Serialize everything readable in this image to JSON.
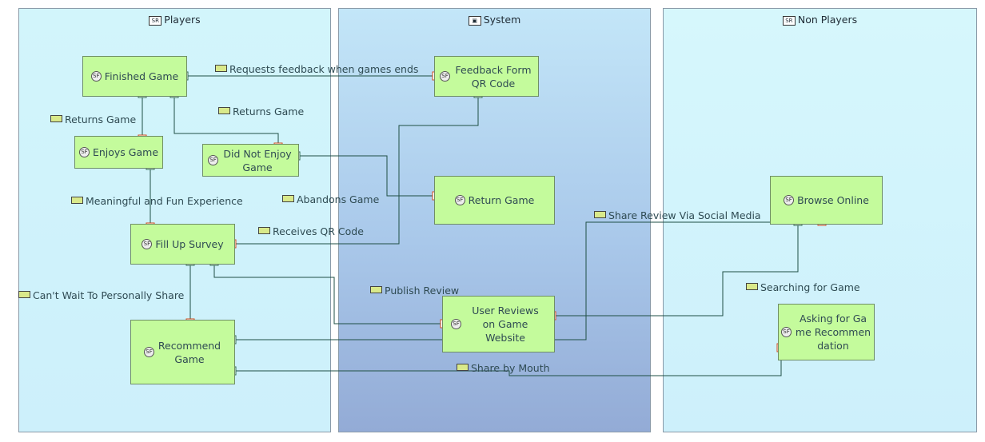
{
  "colors": {
    "goal_fill": "#c4fb9c",
    "wire": "#1f4f44",
    "port_in": "#d24a1b",
    "port_out": "#2f6b4c"
  },
  "lanes": {
    "players": "Players",
    "system": "System",
    "non_players": "Non Players"
  },
  "goals": {
    "finished_game": "Finished Game",
    "enjoys_game": "Enjoys Game",
    "did_not_enjoy_game": "Did Not Enjoy Game",
    "fill_up_survey": "Fill Up Survey",
    "recommend_game": "Recommend Game",
    "feedback_form": "Feedback Form QR Code",
    "return_game": "Return Game",
    "user_reviews": "User Reviews on Game Website",
    "browse_online": "Browse Online",
    "asking_for_recommendation": "Asking for Game Recommendation"
  },
  "links": {
    "requests_feedback": "Requests feedback when games ends",
    "returns_game_left": "Returns Game",
    "returns_game_mid": "Returns Game",
    "meaningful": "Meaningful and Fun Experience",
    "abandons": "Abandons Game",
    "receives_qr": "Receives QR Code",
    "cant_wait": "Can't Wait To Personally Share",
    "publish_review": "Publish Review",
    "share_social": "Share Review Via Social Media",
    "searching": "Searching for Game",
    "share_mouth": "Share by Mouth"
  }
}
